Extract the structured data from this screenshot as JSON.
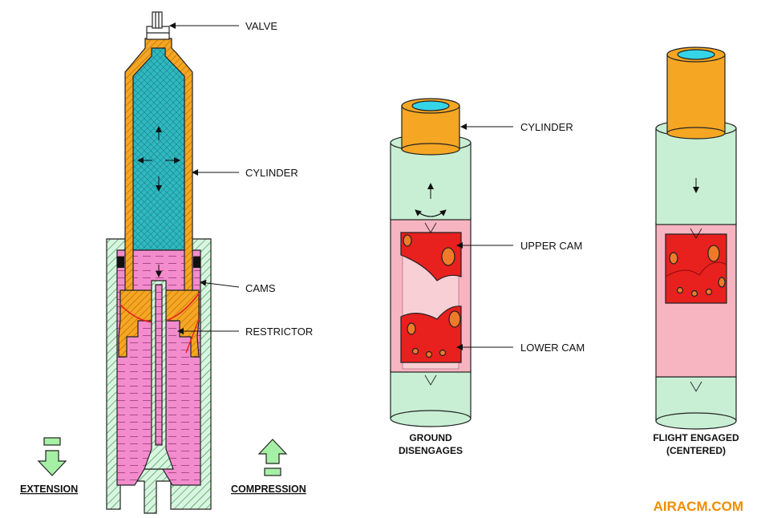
{
  "labels": {
    "valve": "VALVE",
    "cylinder_left": "CYLINDER",
    "cams": "CAMS",
    "restrictor": "RESTRICTOR",
    "cylinder_right": "CYLINDER",
    "upper_cam": "UPPER CAM",
    "lower_cam": "LOWER CAM"
  },
  "legend": {
    "extension": "EXTENSION",
    "compression": "COMPRESSION"
  },
  "captions": {
    "ground_line1": "GROUND",
    "ground_line2": "DISENGAGES",
    "flight_line1": "FLIGHT ENGAGED",
    "flight_line2": "(CENTERED)"
  },
  "watermark": "AIRACM.COM",
  "colors": {
    "fluid_teal": "#2fb8c0",
    "fluid_pink": "#f28ccc",
    "housing_green": "#c8efd4",
    "cylinder_orange": "#f5a623",
    "cam_red": "#e8201e",
    "sleeve_pink": "#f6b5c0",
    "arrow_green": "#a6f0a6",
    "watermark_orange": "#f28c00"
  }
}
